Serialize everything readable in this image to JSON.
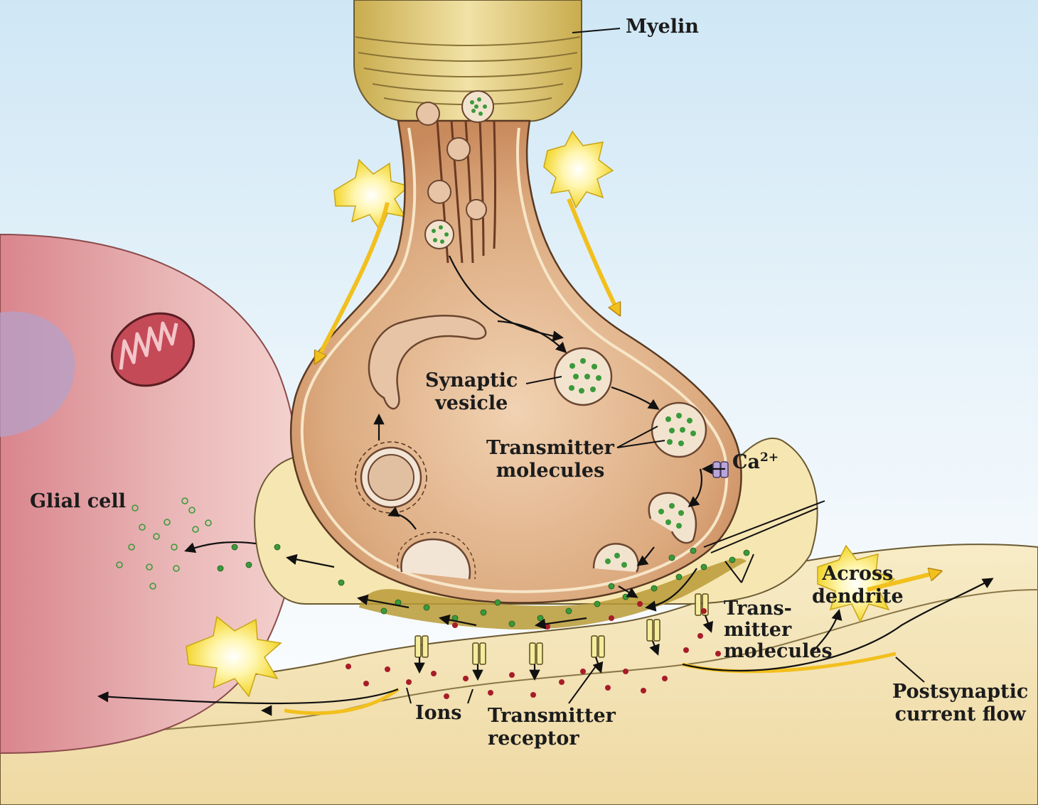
{
  "labels": {
    "myelin": "Myelin",
    "synaptic_vesicle": [
      "Synaptic",
      "vesicle"
    ],
    "transmitter_molecules_pre": [
      "Transmitter",
      "molecules"
    ],
    "calcium": {
      "base": "Ca",
      "sup": "2+"
    },
    "glial_cell": "Glial cell",
    "across_dendrite": [
      "Across",
      "dendrite"
    ],
    "transmitter_molecules_cleft": [
      "Trans-",
      "mitter",
      "molecules"
    ],
    "ions": "Ions",
    "transmitter_receptor": [
      "Transmitter",
      "receptor"
    ],
    "postsynaptic_current_flow": [
      "Postsynaptic",
      "current flow"
    ]
  },
  "colors": {
    "sky": "#dbeef8",
    "terminal": "#d9a47a",
    "terminal_dark": "#b57a4e",
    "myelin": "#e7d28a",
    "glial": "#e9b3b3",
    "dendrite": "#f6e9bf",
    "cleft": "#b99a36",
    "transmitter": "#3a9a3a",
    "ion": "#a81c2a",
    "spark": "#f7e24a",
    "arrow_yellow": "#f2c01e"
  }
}
